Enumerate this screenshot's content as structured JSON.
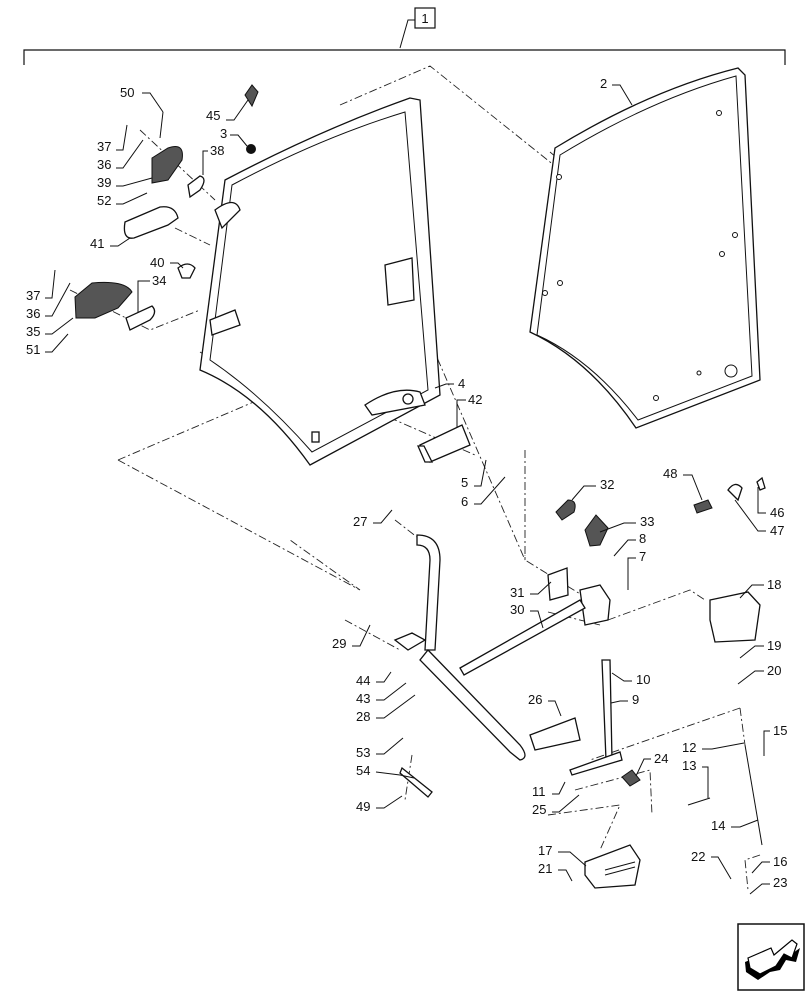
{
  "diagram": {
    "title": "Door assembly exploded parts diagram",
    "assembly_callout": "1",
    "next_page_icon": "arrow-next-page-icon",
    "callouts": [
      {
        "id": "50",
        "label": "50"
      },
      {
        "id": "45",
        "label": "45"
      },
      {
        "id": "37a",
        "label": "37"
      },
      {
        "id": "3",
        "label": "3"
      },
      {
        "id": "36a",
        "label": "36"
      },
      {
        "id": "38",
        "label": "38"
      },
      {
        "id": "39",
        "label": "39"
      },
      {
        "id": "52",
        "label": "52"
      },
      {
        "id": "41",
        "label": "41"
      },
      {
        "id": "40",
        "label": "40"
      },
      {
        "id": "37b",
        "label": "37"
      },
      {
        "id": "34",
        "label": "34"
      },
      {
        "id": "36b",
        "label": "36"
      },
      {
        "id": "35",
        "label": "35"
      },
      {
        "id": "51",
        "label": "51"
      },
      {
        "id": "2",
        "label": "2"
      },
      {
        "id": "4",
        "label": "4"
      },
      {
        "id": "42",
        "label": "42"
      },
      {
        "id": "5",
        "label": "5"
      },
      {
        "id": "6",
        "label": "6"
      },
      {
        "id": "32",
        "label": "32"
      },
      {
        "id": "48",
        "label": "48"
      },
      {
        "id": "46",
        "label": "46"
      },
      {
        "id": "47",
        "label": "47"
      },
      {
        "id": "33",
        "label": "33"
      },
      {
        "id": "8",
        "label": "8"
      },
      {
        "id": "27",
        "label": "27"
      },
      {
        "id": "7",
        "label": "7"
      },
      {
        "id": "31",
        "label": "31"
      },
      {
        "id": "18",
        "label": "18"
      },
      {
        "id": "30",
        "label": "30"
      },
      {
        "id": "29",
        "label": "29"
      },
      {
        "id": "19",
        "label": "19"
      },
      {
        "id": "10",
        "label": "10"
      },
      {
        "id": "20",
        "label": "20"
      },
      {
        "id": "44",
        "label": "44"
      },
      {
        "id": "43",
        "label": "43"
      },
      {
        "id": "9",
        "label": "9"
      },
      {
        "id": "28",
        "label": "28"
      },
      {
        "id": "26",
        "label": "26"
      },
      {
        "id": "15",
        "label": "15"
      },
      {
        "id": "12",
        "label": "12"
      },
      {
        "id": "53",
        "label": "53"
      },
      {
        "id": "24",
        "label": "24"
      },
      {
        "id": "13",
        "label": "13"
      },
      {
        "id": "54",
        "label": "54"
      },
      {
        "id": "11",
        "label": "11"
      },
      {
        "id": "25",
        "label": "25"
      },
      {
        "id": "49",
        "label": "49"
      },
      {
        "id": "14",
        "label": "14"
      },
      {
        "id": "17",
        "label": "17"
      },
      {
        "id": "22",
        "label": "22"
      },
      {
        "id": "16",
        "label": "16"
      },
      {
        "id": "21",
        "label": "21"
      },
      {
        "id": "23",
        "label": "23"
      }
    ]
  }
}
